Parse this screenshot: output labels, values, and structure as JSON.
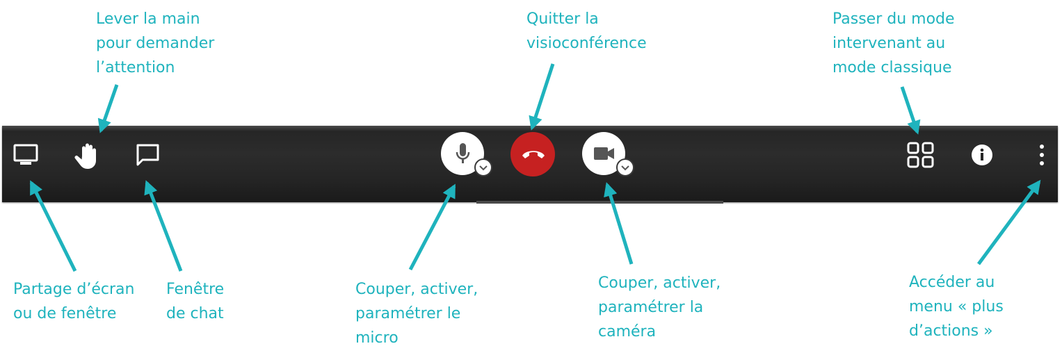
{
  "annotations": {
    "raise_hand": [
      "Lever la main",
      "pour demander",
      "l’attention"
    ],
    "leave": [
      "Quitter la",
      "visioconférence"
    ],
    "switch_mode": [
      "Passer du mode",
      "intervenant au",
      "mode classique"
    ],
    "screen_share": [
      "Partage d’écran",
      "ou de fenêtre"
    ],
    "chat": [
      "Fenêtre",
      "de chat"
    ],
    "mic": [
      "Couper, activer,",
      "paramétrer le",
      "micro"
    ],
    "camera": [
      "Couper, activer,",
      "paramétrer la",
      "caméra"
    ],
    "more_actions": [
      "Accéder au",
      "menu « plus",
      "d’actions »"
    ]
  },
  "toolbar": {
    "buttons": [
      {
        "name": "screen-share-button",
        "icon": "monitor-icon"
      },
      {
        "name": "raise-hand-button",
        "icon": "hand-icon"
      },
      {
        "name": "chat-button",
        "icon": "chat-bubble-icon"
      },
      {
        "name": "microphone-button",
        "icon": "microphone-icon"
      },
      {
        "name": "hang-up-button",
        "icon": "phone-hangup-icon"
      },
      {
        "name": "camera-button",
        "icon": "video-camera-icon"
      },
      {
        "name": "layout-mode-button",
        "icon": "grid-icon"
      },
      {
        "name": "info-button",
        "icon": "info-icon"
      },
      {
        "name": "more-actions-button",
        "icon": "vertical-dots-icon"
      }
    ]
  },
  "colors": {
    "annotation": "#1fb3bd",
    "toolbar": "#262626",
    "hangup": "#c62121",
    "icon": "#ffffff"
  }
}
